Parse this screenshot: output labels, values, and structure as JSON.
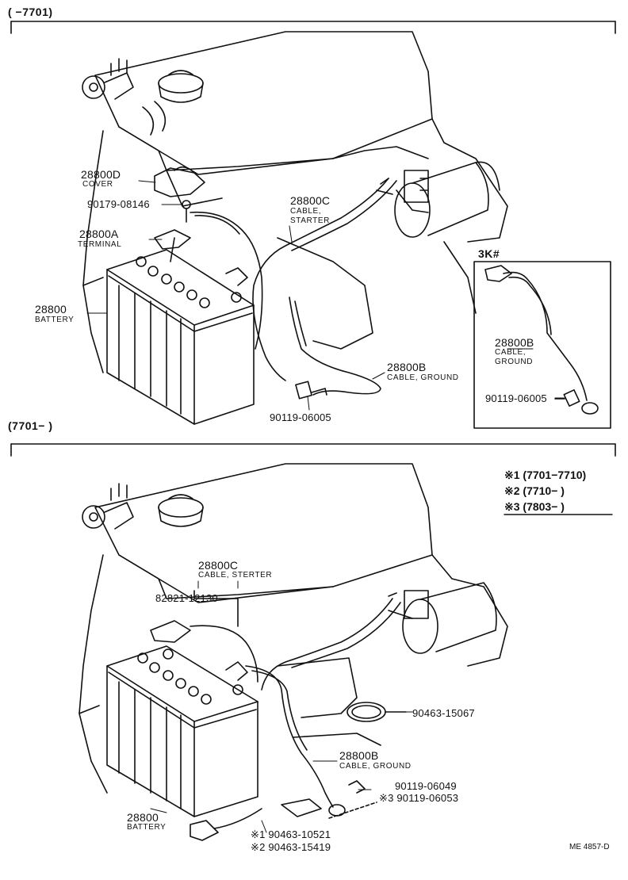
{
  "section_top": {
    "range_label": "(      −7701)",
    "callouts": {
      "cover_pn": "28800D",
      "cover_name": "COVER",
      "bolt_pn": "90179-08146",
      "terminal_pn": "28800A",
      "terminal_name": "TERMINAL",
      "starter_pn": "28800C",
      "starter_name_1": "CABLE,",
      "starter_name_2": "STARTER",
      "battery_pn": "28800",
      "battery_name": "BATTERY",
      "ground_pn": "28800B",
      "ground_name": "CABLE, GROUND",
      "ground_bolt_pn": "90119-06005"
    },
    "inset": {
      "title": "3K#",
      "cable_pn": "28800B",
      "cable_name_1": "CABLE,",
      "cable_name_2": "GROUND",
      "bolt_pn": "90119-06005"
    }
  },
  "section_bottom": {
    "range_label": "(7701−       )",
    "callouts": {
      "starter_pn": "28800C",
      "starter_name": "CABLE, STERTER",
      "cover_pn": "82821-12130",
      "clamp_pn": "90463-15067",
      "ground_pn": "28800B",
      "ground_name": "CABLE, GROUND",
      "bolt_pn_1": "90119-06049",
      "bolt_pn_2": "※3 90119-06053",
      "battery_pn": "28800",
      "battery_name": "BATTERY",
      "clip_pn_1": "※1 90463-10521",
      "clip_pn_2": "※2 90463-15419"
    },
    "notes": [
      "※1 (7701−7710)",
      "※2 (7710−       )",
      "※3 (7803−       )"
    ]
  },
  "drawing_code": "ME 4857-D"
}
